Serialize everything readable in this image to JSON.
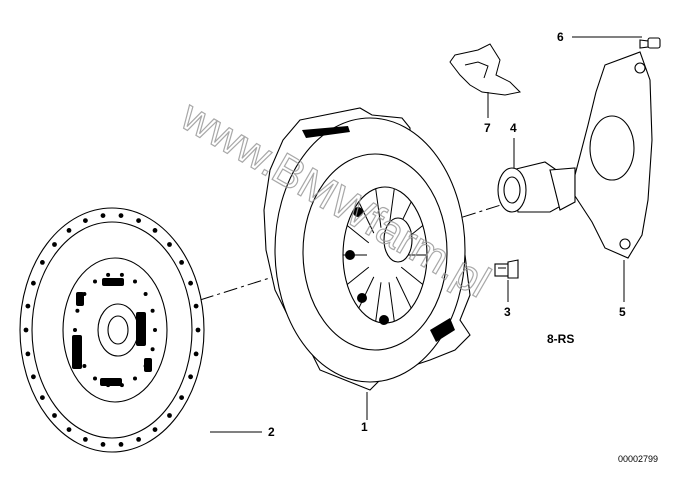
{
  "diagram": {
    "callouts": {
      "p1": "1",
      "p2": "2",
      "p3": "3",
      "p4": "4",
      "p5": "5",
      "p6": "6",
      "p7": "7"
    },
    "variant_label": "8-RS",
    "drawing_code": "00002799",
    "watermark": "www.BMWfarm.pl"
  }
}
